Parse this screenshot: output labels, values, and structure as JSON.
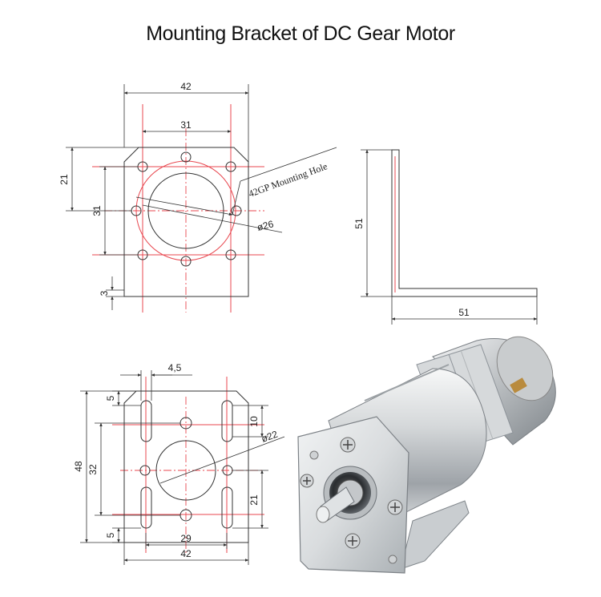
{
  "title": "Mounting Bracket of DC Gear Motor",
  "top_view": {
    "width": "42",
    "hole_spacing_horizontal": "31",
    "height_offset": "21",
    "hole_spacing_vertical": "31",
    "thickness": "3",
    "center_hole_diameter": "ø26",
    "callout": "42GP Mounting Hole"
  },
  "side_view": {
    "height": "51",
    "length": "51"
  },
  "bottom_view": {
    "slot_width": "4,5",
    "slot_offset_top": "5",
    "slot_gap": "10",
    "center_hole_diameter": "ø22",
    "total_height": "48",
    "hole_spacing_vertical": "32",
    "slot_length": "21",
    "slot_offset_bottom": "5",
    "hole_spacing_horizontal": "29",
    "width": "42"
  },
  "colors": {
    "line": "#333333",
    "centerline": "#e8474f",
    "metal_light": "#e6e8ea",
    "metal_dark": "#8d9399"
  }
}
